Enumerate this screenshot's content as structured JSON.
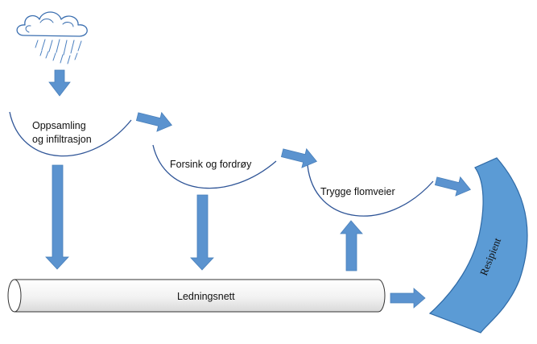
{
  "diagram": {
    "labels": {
      "stage1_line1": "Oppsamling",
      "stage1_line2": "og infiltrasjon",
      "stage2": "Forsink og fordrøy",
      "stage3": "Trygge flomveier",
      "pipe": "Ledningsnett",
      "recipient": "Resipient"
    },
    "icons": [
      "rain-cloud-icon"
    ],
    "colors": {
      "arrow_fill": "#5b93cf",
      "arrow_stroke": "#4a80bb",
      "recipient_fill": "#5b9bd5",
      "recipient_stroke": "#2f6aa6",
      "curve_stroke": "#2f5597",
      "cloud_stroke": "#3b6fb0",
      "rain_stroke": "#4a7fc0"
    }
  }
}
